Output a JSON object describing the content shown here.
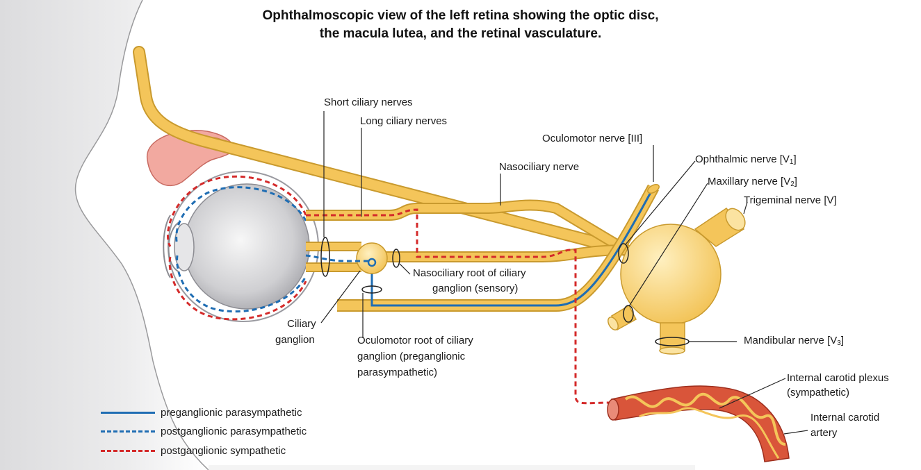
{
  "title": {
    "line1": "Ophthalmoscopic view of the left retina showing the optic disc,",
    "line2": "the macula lutea, and the retinal vasculature."
  },
  "labels": {
    "short_ciliary": "Short ciliary nerves",
    "long_ciliary": "Long ciliary nerves",
    "oculomotor": "Oculomotor nerve [III]",
    "nasociliary": "Nasociliary nerve",
    "ophthalmic": "Ophthalmic nerve [V",
    "ophthalmic_sub": "1",
    "maxillary": "Maxillary nerve [V",
    "maxillary_sub": "2",
    "trigeminal": "Trigeminal nerve [V]",
    "mandibular": "Mandibular nerve [V",
    "mandibular_sub": "3",
    "nasociliary_root_1": "Nasociliary root of ciliary",
    "nasociliary_root_2": "ganglion (sensory)",
    "ciliary_ganglion_1": "Ciliary",
    "ciliary_ganglion_2": "ganglion",
    "oculomotor_root_1": "Oculomotor root of ciliary",
    "oculomotor_root_2": "ganglion (preganglionic",
    "oculomotor_root_3": "parasympathetic)",
    "carotid_plexus_1": "Internal carotid plexus",
    "carotid_plexus_2": "(sympathetic)",
    "carotid_artery_1": "Internal carotid",
    "carotid_artery_2": "artery",
    "bracket": "]"
  },
  "legend": [
    {
      "label": "preganglionic parasympathetic",
      "color": "#1f6db3",
      "style": "solid"
    },
    {
      "label": "postganglionic parasympathetic",
      "color": "#1f6db3",
      "style": "dashed"
    },
    {
      "label": "postganglionic sympathetic",
      "color": "#d42a2a",
      "style": "dashed"
    }
  ],
  "colors": {
    "nerve": "#f4c55a",
    "nerve_outline": "#c99a2e",
    "parasympathetic": "#1f6db3",
    "sympathetic": "#d42a2a",
    "artery": "#d9553a",
    "gland": "#f0a9a0",
    "background_face": "#e9e9ea"
  }
}
